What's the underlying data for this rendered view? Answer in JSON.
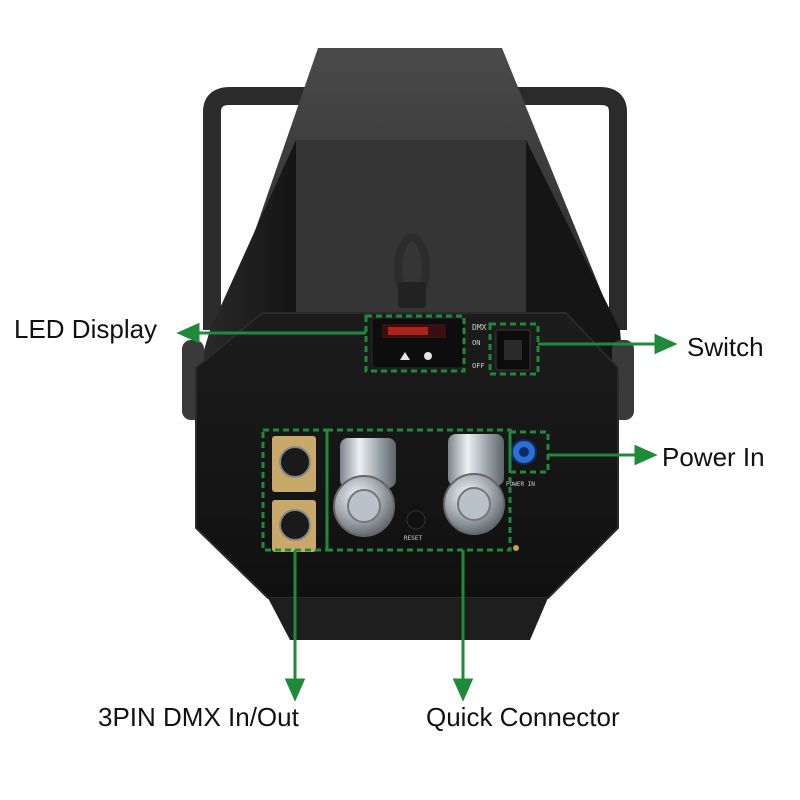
{
  "labels": {
    "led_display": "LED Display",
    "switch": "Switch",
    "power_in": "Power In",
    "dmx": "3PIN DMX In/Out",
    "quick_connector": "Quick Connector"
  },
  "panel_text": {
    "dmx_tag": "DMX",
    "on_tag": "ON",
    "off_tag": "OFF",
    "power_tag": "POWER IN",
    "reset_tag": "RESET"
  },
  "colors": {
    "callout": "#1f8a3a",
    "body": "#1b1b1b",
    "text": "#111111"
  }
}
